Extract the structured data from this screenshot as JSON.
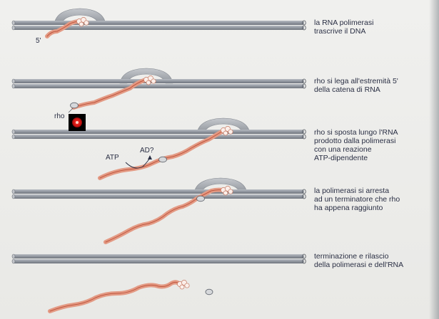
{
  "steps": [
    {
      "lines": [
        "la RNA polimerasi",
        "trascrive il DNA"
      ]
    },
    {
      "lines": [
        "rho si lega all'estremità 5'",
        "della catena di RNA"
      ]
    },
    {
      "lines": [
        "rho si sposta lungo l'RNA",
        "prodotto dalla polimerasi",
        "con una reazione",
        "ATP-dipendente"
      ]
    },
    {
      "lines": [
        "la polimerasi si arresta",
        "ad un terminatore che rho",
        "ha appena raggiunto"
      ]
    },
    {
      "lines": [
        "terminazione e rilascio",
        "della polimerasi e dell'RNA"
      ]
    }
  ],
  "labels": {
    "five_prime": "5'",
    "rho": "rho",
    "atp": "ATP",
    "adp": "AD?"
  },
  "colors": {
    "dna": "#8a8e96",
    "polymerase": "#a9adb4",
    "rna": "#e39a84",
    "rna_dark": "#c0563e",
    "rho": "#d6d8db"
  }
}
